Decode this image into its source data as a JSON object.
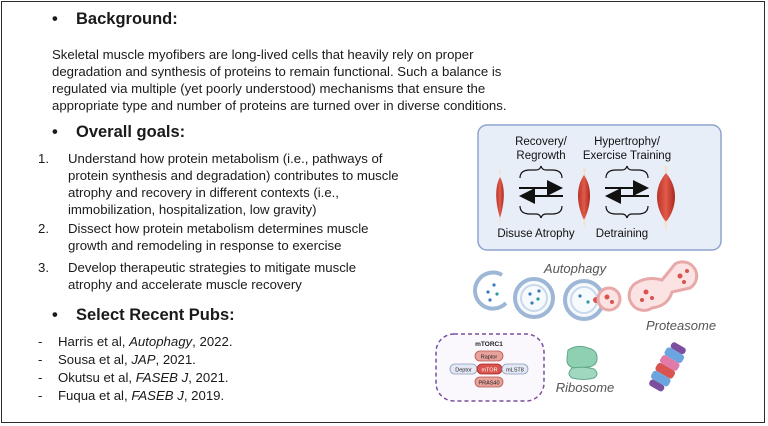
{
  "background": {
    "bullet": "•",
    "heading": "Background:",
    "lines": [
      "Skeletal muscle myofibers are long-lived cells that heavily rely on proper",
      "degradation and synthesis of proteins to remain functional. Such a balance is",
      "regulated via multiple (yet poorly understood) mechanisms that ensure the",
      "appropriate type and number of proteins are turned over in diverse conditions."
    ]
  },
  "goals": {
    "bullet": "•",
    "heading": "Overall goals:",
    "items": [
      {
        "num": "1.",
        "lines": [
          "Understand how protein metabolism (i.e., pathways of",
          "protein synthesis and degradation) contributes to muscle",
          "atrophy and recovery in different contexts (i.e.,",
          "immobilization, hospitalization, low gravity)"
        ]
      },
      {
        "num": "2.",
        "lines": [
          "Dissect how protein metabolism determines muscle",
          "growth and remodeling in response to exercise"
        ]
      },
      {
        "num": "3.",
        "lines": [
          "Develop therapeutic strategies to mitigate muscle",
          "atrophy and accelerate muscle recovery"
        ]
      }
    ]
  },
  "pubs": {
    "bullet": "•",
    "heading": "Select Recent Pubs:",
    "dash": "-",
    "items": [
      {
        "pre": "Harris et al, ",
        "journal": "Autophagy",
        "post": ", 2022."
      },
      {
        "pre": "Sousa et al, ",
        "journal": "JAP",
        "post": ", 2021."
      },
      {
        "pre": "Okutsu et al, ",
        "journal": "FASEB J",
        "post": ", 2021."
      },
      {
        "pre": "Fuqua et al, ",
        "journal": "FASEB J",
        "post": ", 2019."
      }
    ]
  },
  "diagram": {
    "recovery": [
      "Recovery/",
      "Regrowth"
    ],
    "hypertrophy": [
      "Hypertrophy/",
      "Exercise Training"
    ],
    "disuse": "Disuse Atrophy",
    "detraining": "Detraining",
    "autophagy": "Autophagy",
    "proteasome": "Proteasome",
    "ribosome": "Ribosome",
    "mtorc1": {
      "title": "mTORC1",
      "raptor": "Raptor",
      "deptor": "Deptor",
      "mtor": "mTOR",
      "mlst8": "mLST8",
      "pras40": "PRAS40"
    }
  },
  "colors": {
    "panel_fill": "#e8eef8",
    "panel_border": "#8da3d1",
    "muscle": "#d94a3c",
    "tendon": "#f3e2cf",
    "autophagy_ring": "#9fb7d6",
    "lysosome": "#e8a8a8",
    "ribosome": "#8fcfb2",
    "mtorc_border": "#7b4f9e",
    "mtor": "#d9534f",
    "raptor": "#e8a19b",
    "subunit": "#e3e8f4"
  }
}
